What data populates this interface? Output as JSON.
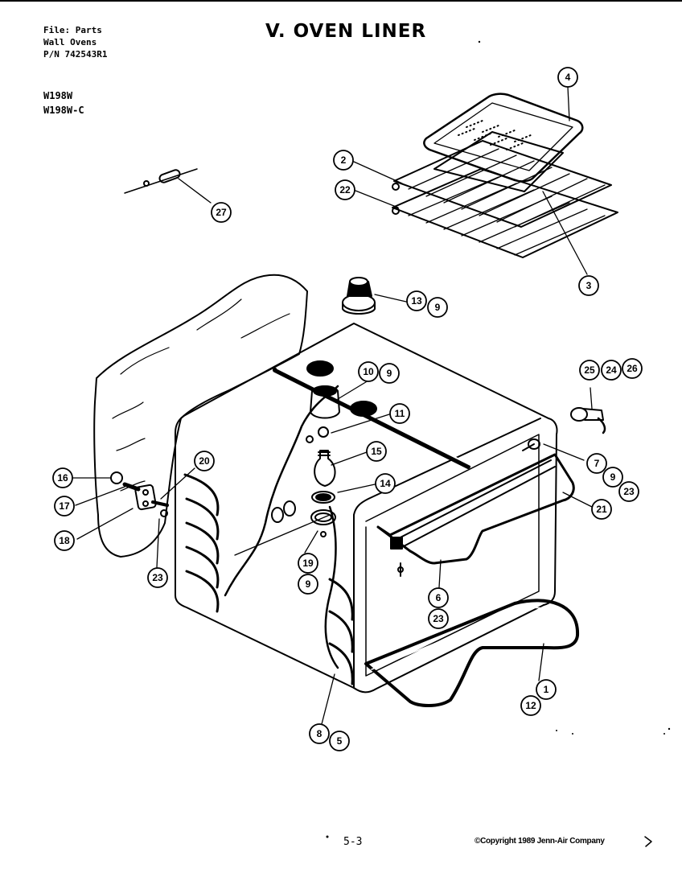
{
  "header": {
    "file_lines": [
      "File: Parts",
      "Wall Ovens",
      "P/N 742543R1"
    ],
    "models": [
      "W198W",
      "W198W-C"
    ],
    "title": "V. OVEN LINER"
  },
  "callouts": {
    "c1": "1",
    "c2": "2",
    "c3": "3",
    "c4": "4",
    "c5": "5",
    "c6": "6",
    "c7": "7",
    "c8": "8",
    "c9a": "9",
    "c9b": "9",
    "c9c": "9",
    "c9d": "9",
    "c10": "10",
    "c11": "11",
    "c12": "12",
    "c13": "13",
    "c14": "14",
    "c15": "15",
    "c16": "16",
    "c17": "17",
    "c18": "18",
    "c19": "19",
    "c20": "20",
    "c21": "21",
    "c22": "22",
    "c23a": "23",
    "c23b": "23",
    "c23c": "23",
    "c24": "24",
    "c25": "25",
    "c26": "26",
    "c27": "27"
  },
  "footer": {
    "page_number": "5-3",
    "copyright": "©Copyright 1989 Jenn-Air Company"
  }
}
